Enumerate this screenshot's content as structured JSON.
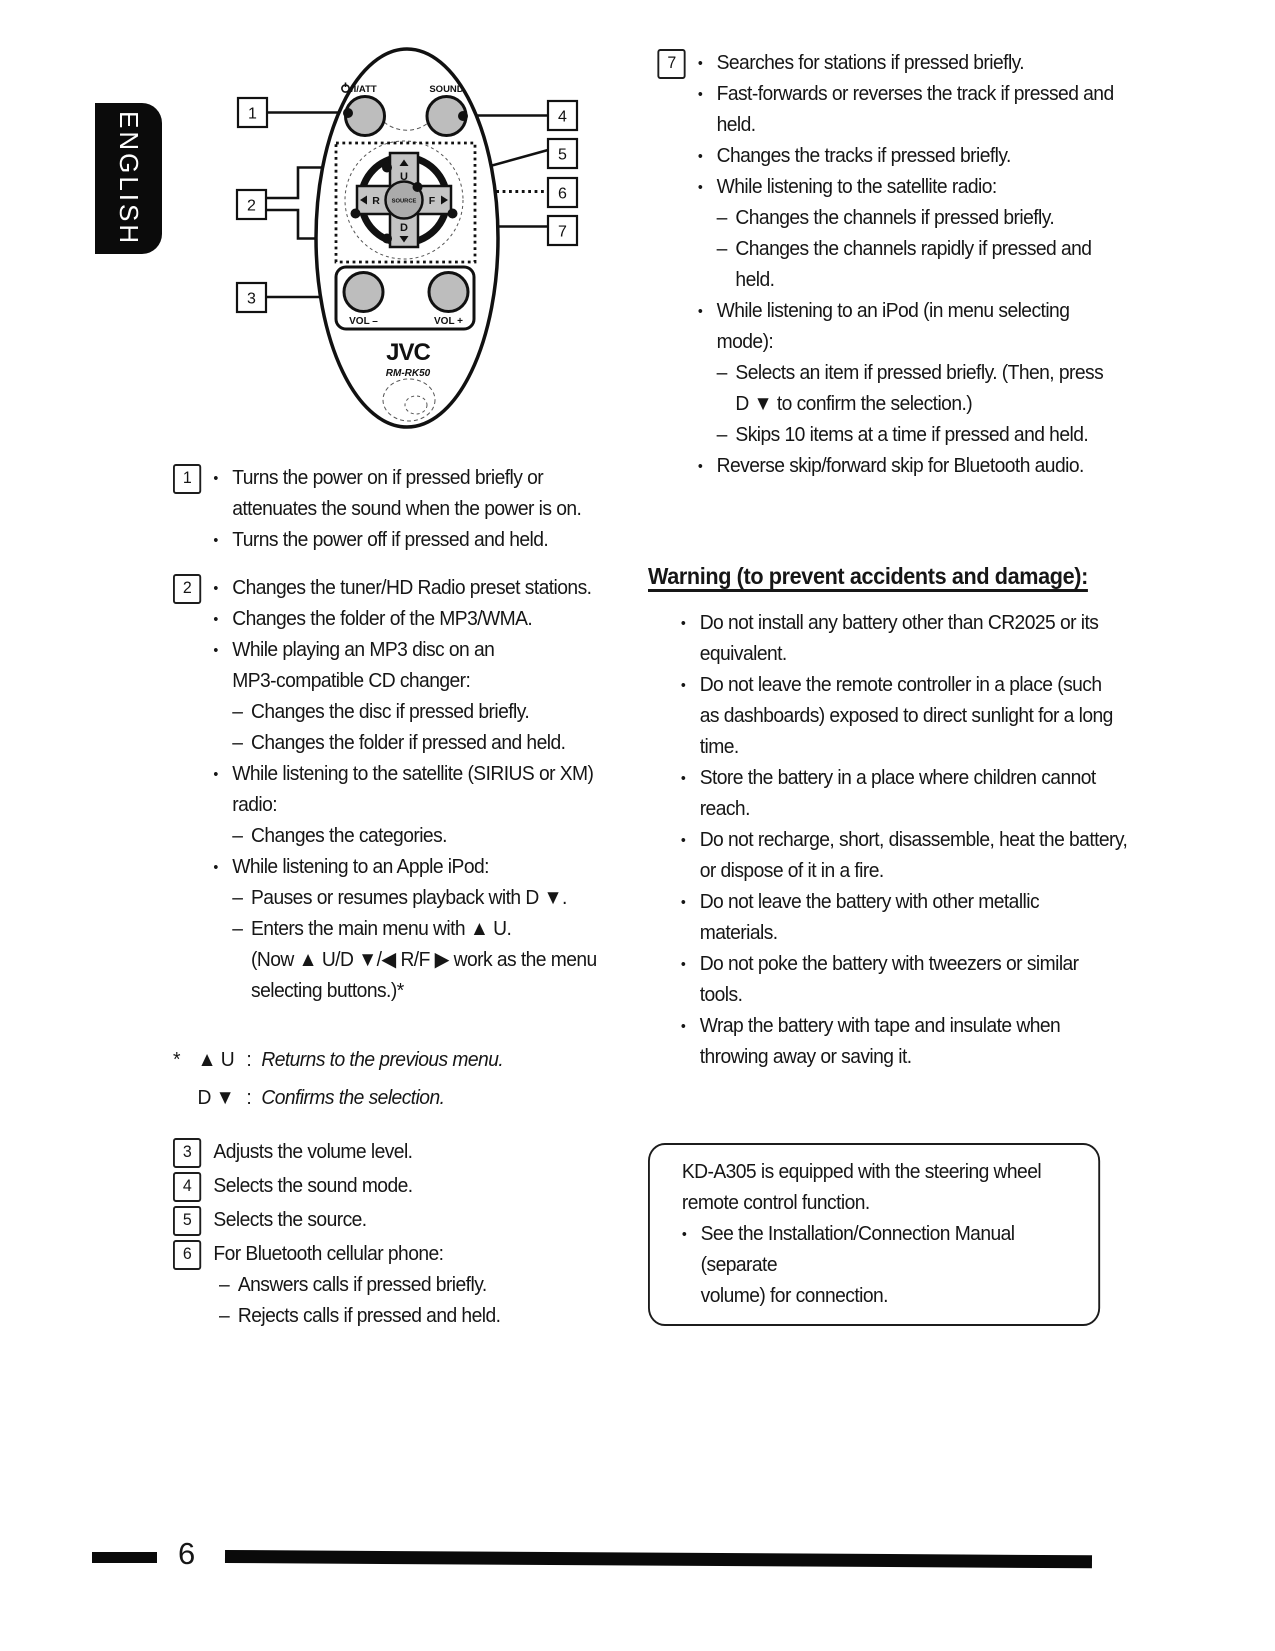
{
  "chars": {
    "bullet": "•",
    "dash": "–"
  },
  "language_tab": {
    "label": "ENGLISH"
  },
  "diagram": {
    "brand": "JVC",
    "model": "RM-RK50",
    "power_label": "/I/ATT",
    "sound_label": "SOUND",
    "vol_minus": "VOL –",
    "vol_plus": "VOL +",
    "dpad": {
      "up": "U",
      "down": "D",
      "left": "R",
      "right": "F",
      "center": "SOURCE"
    },
    "callouts": {
      "c1": "1",
      "c2": "2",
      "c3": "3",
      "c4": "4",
      "c5": "5",
      "c6": "6",
      "c7": "7"
    }
  },
  "left": {
    "item1": {
      "num": "1",
      "b0": "Turns the power on if pressed briefly or\nattenuates the sound when the power is on.",
      "b1": "Turns the power off if pressed and held."
    },
    "item2": {
      "num": "2",
      "b0": "Changes the tuner/HD Radio preset stations.",
      "b1": "Changes the folder of the MP3/WMA.",
      "b2": "While playing an MP3 disc on an\nMP3-compatible CD changer:",
      "d0": "Changes the disc if pressed briefly.",
      "d1": "Changes the folder if pressed and held.",
      "b3": "While listening to the satellite (SIRIUS or XM)\nradio:",
      "d2": "Changes the categories.",
      "b4": "While listening to an Apple iPod:",
      "d3": "Pauses or resumes playback with D ▼.",
      "d4": "Enters the main menu with ▲ U.",
      "c0": "(Now ▲ U/D ▼/◀ R/F ▶ work as the menu\nselecting buttons.)*"
    },
    "footnote": {
      "star": "*",
      "key1": "▲ U",
      "colon": ":",
      "text1": "Returns to the previous menu.",
      "key2": "D ▼",
      "text2": "Confirms the selection."
    },
    "item3": {
      "num": "3",
      "text": "Adjusts the volume level."
    },
    "item4": {
      "num": "4",
      "text": "Selects the sound mode."
    },
    "item5": {
      "num": "5",
      "text": "Selects the source."
    },
    "item6": {
      "num": "6",
      "text": "For Bluetooth cellular phone:",
      "d0": "Answers calls if pressed briefly.",
      "d1": "Rejects calls if pressed and held."
    }
  },
  "right": {
    "item7": {
      "num": "7",
      "b0": "Searches for stations if pressed briefly.",
      "b1": "Fast-forwards or reverses the track if pressed and\nheld.",
      "b2": "Changes the tracks if pressed briefly.",
      "b3": "While listening to the satellite radio:",
      "d0": "Changes the channels if pressed briefly.",
      "d1": "Changes the channels rapidly if pressed and\nheld.",
      "b4": "While listening to an iPod (in menu selecting\nmode):",
      "d2": "Selects an item if pressed briefly. (Then, press\nD ▼ to confirm the selection.)",
      "d3": "Skips 10 items at a time if pressed and held.",
      "b5": "Reverse skip/forward skip for Bluetooth audio."
    },
    "warning": {
      "title": "Warning (to prevent accidents and damage):",
      "b0": "Do not install any battery other than CR2025 or its\nequivalent.",
      "b1": "Do not leave the remote controller in a place (such\nas dashboards) exposed to direct sunlight for a long\ntime.",
      "b2": "Store the battery in a place where children cannot\nreach.",
      "b3": "Do not recharge, short, disassemble, heat the battery,\nor dispose of it in a fire.",
      "b4": "Do not leave the battery with other metallic\nmaterials.",
      "b5": "Do not poke the battery with tweezers or similar\ntools.",
      "b6": "Wrap the battery with tape and insulate when\nthrowing away or saving it."
    },
    "note_box": {
      "text": "KD-A305 is equipped with the steering wheel\nremote control function.",
      "b0": "See the Installation/Connection Manual (separate\nvolume) for connection."
    }
  },
  "footer": {
    "page_number": "6"
  }
}
